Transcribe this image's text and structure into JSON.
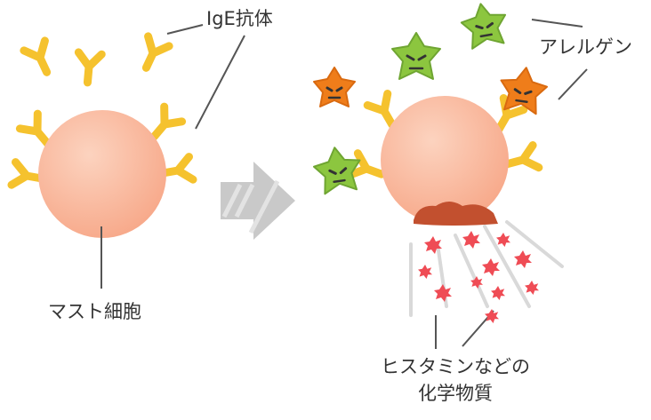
{
  "labels": {
    "ige": "IgE抗体",
    "allergen": "アレルゲン",
    "mast_cell": "マスト細胞",
    "histamine_line1": "ヒスタミンなどの",
    "histamine_line2": "化学物質"
  },
  "colors": {
    "cell": "#f7a889",
    "cell_light": "#fcd3bf",
    "antibody": "#f5c22e",
    "antibody_dark": "#e9a80f",
    "arrow": "#bfbfbf",
    "green_allergen": "#8cc63f",
    "orange_allergen": "#ef7d1a",
    "chemical": "#ef4c55",
    "granule_mouth": "#c2502f",
    "leader": "#555555"
  },
  "icons": {
    "transition": "arrow-right-icon",
    "allergen": "angry-star-icon"
  }
}
